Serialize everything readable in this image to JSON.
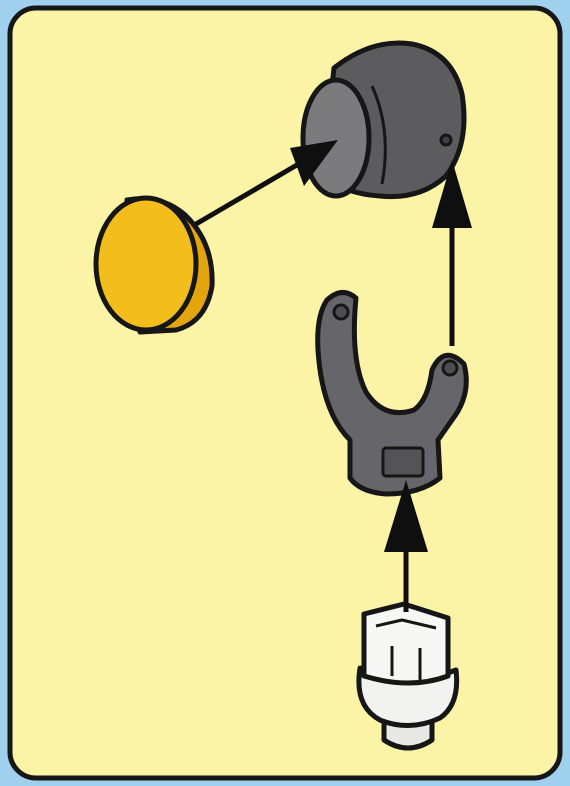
{
  "diagram": {
    "kind": "exploded-assembly-illustration",
    "parts": [
      "cap-disc",
      "knob-housing",
      "u-bracket",
      "base-plug"
    ],
    "colors": {
      "outer_background": "#9fd0ee",
      "panel_fill": "#fbf3a6",
      "outline": "#161616",
      "cap_disc": "#f3be1c",
      "cap_disc_shade": "#e3a40e",
      "knob_body": "#5c5c5e",
      "knob_face": "#7b7b7d",
      "bracket": "#66666a",
      "plug": "#f2f2f0",
      "arrow": "#0f0f0f"
    }
  }
}
